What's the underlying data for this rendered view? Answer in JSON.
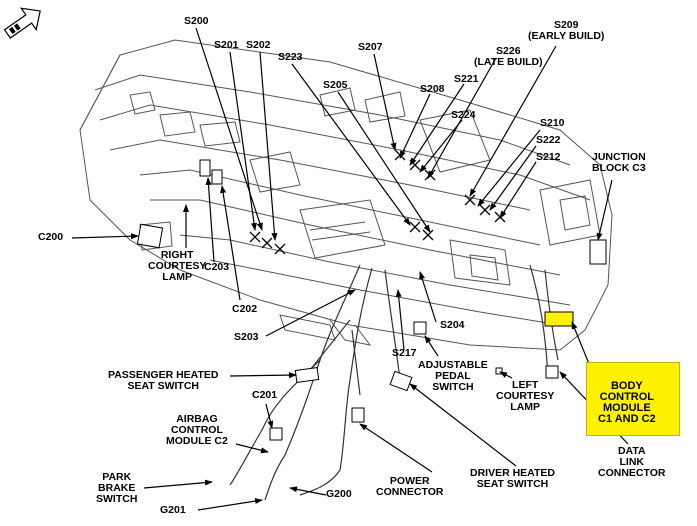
{
  "diagram": {
    "labels": {
      "s200": [
        "S200"
      ],
      "s201": [
        "S201"
      ],
      "s202": [
        "S202"
      ],
      "s223": [
        "S223"
      ],
      "s205": [
        "S205"
      ],
      "s207": [
        "S207"
      ],
      "s208": [
        "S208"
      ],
      "s221": [
        "S221"
      ],
      "s224": [
        "S224"
      ],
      "s226": [
        "S226",
        "(LATE BUILD)"
      ],
      "s209": [
        "S209",
        "(EARLY BUILD)"
      ],
      "s210": [
        "S210"
      ],
      "s222": [
        "S222"
      ],
      "s212": [
        "S212"
      ],
      "junction_block": [
        "JUNCTION",
        "BLOCK C3"
      ],
      "c200": [
        "C200"
      ],
      "right_courtesy_lamp": [
        "RIGHT",
        "COURTESY",
        "LAMP"
      ],
      "c203": [
        "C203"
      ],
      "c202": [
        "C202"
      ],
      "s203": [
        "S203"
      ],
      "s204": [
        "S204"
      ],
      "s217": [
        "S217"
      ],
      "adjustable_pedal_switch": [
        "ADJUSTABLE",
        "PEDAL",
        "SWITCH"
      ],
      "passenger_heated_seat_switch": [
        "PASSENGER HEATED",
        "SEAT SWITCH"
      ],
      "c201": [
        "C201"
      ],
      "airbag_control_module": [
        "AIRBAG",
        "CONTROL",
        "MODULE C2"
      ],
      "park_brake_switch": [
        "PARK",
        "BRAKE",
        "SWITCH"
      ],
      "g201": [
        "G201"
      ],
      "g200": [
        "G200"
      ],
      "power_connector": [
        "POWER",
        "CONNECTOR"
      ],
      "driver_heated_seat_switch": [
        "DRIVER HEATED",
        "SEAT SWITCH"
      ],
      "left_courtesy_lamp": [
        "LEFT",
        "COURTESY",
        "LAMP"
      ],
      "body_control_module": [
        "BODY",
        "CONTROL",
        "MODULE",
        "C1 AND C2"
      ],
      "data_link_connector": [
        "DATA",
        "LINK",
        "CONNECTOR"
      ]
    },
    "colors": {
      "highlight": "#fff200",
      "line": "#000000",
      "sketch": "#555555"
    },
    "icons": [
      "front-arrow-icon"
    ]
  }
}
